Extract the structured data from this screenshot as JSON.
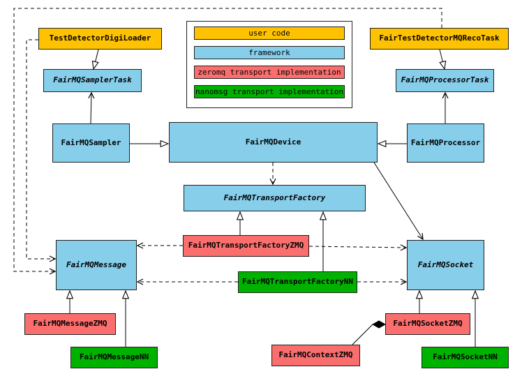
{
  "legend": {
    "items": [
      {
        "label": "user code",
        "color": "#FFC200"
      },
      {
        "label": "framework",
        "color": "#87CEEB"
      },
      {
        "label": "zeromq transport implementation",
        "color": "#FA6E6E"
      },
      {
        "label": "nanomsg transport implementation",
        "color": "#00B200"
      }
    ]
  },
  "colors": {
    "user_code": "#FFC200",
    "framework": "#87CEEB",
    "zeromq": "#FA6E6E",
    "nanomsg": "#00B200",
    "line": "#000000",
    "background": "#FFFFFF"
  },
  "nodes": {
    "testDetectorDigiLoader": {
      "label": "TestDetectorDigiLoader",
      "color": "#FFC200",
      "category": "user code",
      "abstract": false
    },
    "fairTestDetectorMQRecoTask": {
      "label": "FairTestDetectorMQRecoTask",
      "color": "#FFC200",
      "category": "user code",
      "abstract": false
    },
    "fairMQSamplerTask": {
      "label": "FairMQSamplerTask",
      "color": "#87CEEB",
      "category": "framework",
      "abstract": true
    },
    "fairMQProcessorTask": {
      "label": "FairMQProcessorTask",
      "color": "#87CEEB",
      "category": "framework",
      "abstract": true
    },
    "fairMQSampler": {
      "label": "FairMQSampler",
      "color": "#87CEEB",
      "category": "framework",
      "abstract": false
    },
    "fairMQDevice": {
      "label": "FairMQDevice",
      "color": "#87CEEB",
      "category": "framework",
      "abstract": false
    },
    "fairMQProcessor": {
      "label": "FairMQProcessor",
      "color": "#87CEEB",
      "category": "framework",
      "abstract": false
    },
    "fairMQTransportFactory": {
      "label": "FairMQTransportFactory",
      "color": "#87CEEB",
      "category": "framework",
      "abstract": true
    },
    "fairMQTransportFactoryZMQ": {
      "label": "FairMQTransportFactoryZMQ",
      "color": "#FA6E6E",
      "category": "zeromq",
      "abstract": false
    },
    "fairMQTransportFactoryNN": {
      "label": "FairMQTransportFactoryNN",
      "color": "#00B200",
      "category": "nanomsg",
      "abstract": false
    },
    "fairMQMessage": {
      "label": "FairMQMessage",
      "color": "#87CEEB",
      "category": "framework",
      "abstract": true
    },
    "fairMQSocket": {
      "label": "FairMQSocket",
      "color": "#87CEEB",
      "category": "framework",
      "abstract": true
    },
    "fairMQMessageZMQ": {
      "label": "FairMQMessageZMQ",
      "color": "#FA6E6E",
      "category": "zeromq",
      "abstract": false
    },
    "fairMQMessageNN": {
      "label": "FairMQMessageNN",
      "color": "#00B200",
      "category": "nanomsg",
      "abstract": false
    },
    "fairMQContextZMQ": {
      "label": "FairMQContextZMQ",
      "color": "#FA6E6E",
      "category": "zeromq",
      "abstract": false
    },
    "fairMQSocketZMQ": {
      "label": "FairMQSocketZMQ",
      "color": "#FA6E6E",
      "category": "zeromq",
      "abstract": false
    },
    "fairMQSocketNN": {
      "label": "FairMQSocketNN",
      "color": "#00B200",
      "category": "nanomsg",
      "abstract": false
    }
  },
  "edges": [
    {
      "from": "TestDetectorDigiLoader",
      "to": "FairMQSamplerTask",
      "type": "inheritance",
      "line": "solid"
    },
    {
      "from": "FairMQSampler",
      "to": "FairMQSamplerTask",
      "type": "association",
      "line": "solid"
    },
    {
      "from": "FairMQSampler",
      "to": "FairMQDevice",
      "type": "inheritance",
      "line": "solid"
    },
    {
      "from": "FairMQProcessor",
      "to": "FairMQDevice",
      "type": "inheritance",
      "line": "solid"
    },
    {
      "from": "FairTestDetectorMQRecoTask",
      "to": "FairMQProcessorTask",
      "type": "inheritance",
      "line": "solid"
    },
    {
      "from": "FairMQProcessor",
      "to": "FairMQProcessorTask",
      "type": "association",
      "line": "solid"
    },
    {
      "from": "FairMQDevice",
      "to": "FairMQTransportFactory",
      "type": "dependency",
      "line": "dashed"
    },
    {
      "from": "FairMQTransportFactoryZMQ",
      "to": "FairMQTransportFactory",
      "type": "inheritance",
      "line": "solid"
    },
    {
      "from": "FairMQTransportFactoryNN",
      "to": "FairMQTransportFactory",
      "type": "inheritance",
      "line": "solid"
    },
    {
      "from": "FairMQTransportFactoryZMQ",
      "to": "FairMQMessage",
      "type": "dependency",
      "line": "dashed"
    },
    {
      "from": "FairMQTransportFactoryZMQ",
      "to": "FairMQSocket",
      "type": "dependency",
      "line": "dashed"
    },
    {
      "from": "FairMQTransportFactoryNN",
      "to": "FairMQMessage",
      "type": "dependency",
      "line": "dashed"
    },
    {
      "from": "FairMQTransportFactoryNN",
      "to": "FairMQSocket",
      "type": "dependency",
      "line": "dashed"
    },
    {
      "from": "FairMQDevice",
      "to": "FairMQSocket",
      "type": "association",
      "line": "solid"
    },
    {
      "from": "FairMQMessageZMQ",
      "to": "FairMQMessage",
      "type": "inheritance",
      "line": "solid"
    },
    {
      "from": "FairMQMessageNN",
      "to": "FairMQMessage",
      "type": "inheritance",
      "line": "solid"
    },
    {
      "from": "FairMQSocketZMQ",
      "to": "FairMQSocket",
      "type": "inheritance",
      "line": "solid"
    },
    {
      "from": "FairMQSocketNN",
      "to": "FairMQSocket",
      "type": "inheritance",
      "line": "solid"
    },
    {
      "from": "FairMQContextZMQ",
      "to": "FairMQSocketZMQ",
      "type": "composition",
      "line": "solid"
    },
    {
      "from": "FairTestDetectorMQRecoTask",
      "to": "FairMQMessage",
      "type": "dependency",
      "line": "dashed"
    },
    {
      "from": "TestDetectorDigiLoader",
      "to": "FairMQMessage",
      "type": "dependency",
      "line": "dashed"
    }
  ]
}
